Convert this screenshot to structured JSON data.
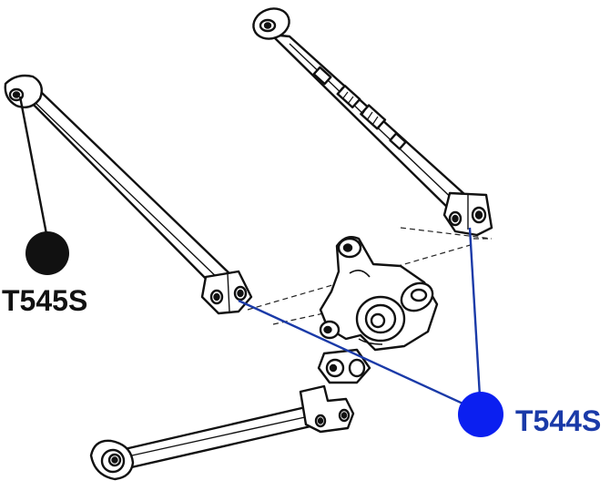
{
  "parts": [
    {
      "id": "t545s",
      "label": "T545S",
      "color": "#111111"
    },
    {
      "id": "t544s",
      "label": "T544S",
      "color": "#1a3aa8"
    }
  ],
  "colors": {
    "line_art": "#111111",
    "callout_black": "#111111",
    "callout_blue": "#0b1ff0",
    "leader_blue": "#1a3aa8"
  },
  "icons": {
    "t545s_marker": "filled-circle",
    "t544s_marker": "filled-circle"
  }
}
